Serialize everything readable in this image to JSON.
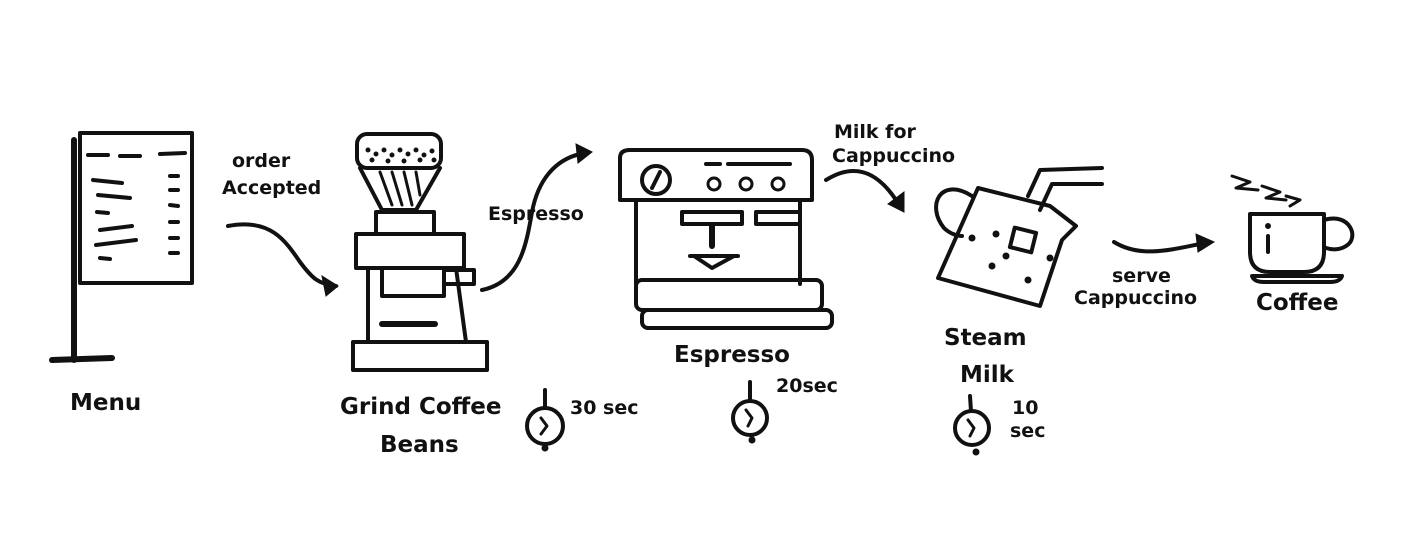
{
  "steps": {
    "menu": {
      "label": "Menu"
    },
    "grind": {
      "label_line1": "Grind Coffee",
      "label_line2": "Beans",
      "timer": "30 sec"
    },
    "espresso": {
      "label": "Espresso",
      "timer": "20sec"
    },
    "steam": {
      "label_line1": "Steam",
      "label_line2": "Milk",
      "timer_line1": "10",
      "timer_line2": "sec"
    },
    "coffee": {
      "label": "Coffee"
    }
  },
  "arrows": {
    "menu_to_grind": {
      "line1": "order",
      "line2": "Accepted"
    },
    "grind_to_espresso": {
      "label": "Espresso"
    },
    "espresso_to_steam": {
      "line1": "Milk for",
      "line2": "Cappuccino"
    },
    "steam_to_coffee": {
      "line1": "serve",
      "line2": "Cappuccino"
    }
  },
  "icons": [
    "menu-board-icon",
    "coffee-grinder-icon",
    "espresso-machine-icon",
    "milk-pitcher-icon",
    "coffee-cup-icon",
    "stopwatch-icon"
  ]
}
